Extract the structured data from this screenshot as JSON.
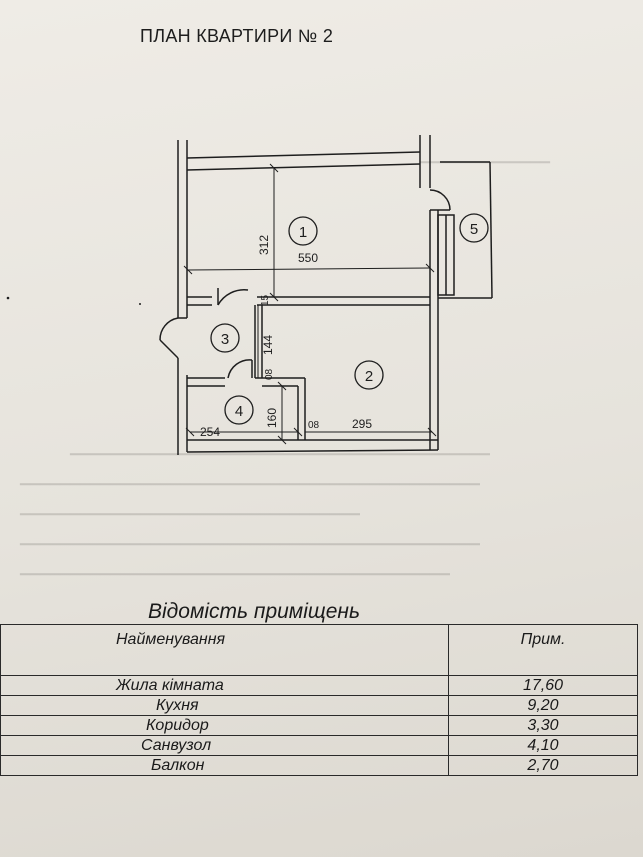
{
  "document": {
    "title": "ПЛАН КВАРТИРИ № 2"
  },
  "plan": {
    "rooms": [
      "1",
      "2",
      "3",
      "4",
      "5"
    ],
    "dimensions": {
      "room1_width": "550",
      "room1_height": "312",
      "room1_small": "15",
      "corridor_height": "144",
      "bath_door": "08",
      "bath_height": "160",
      "bath_width": "254",
      "wall_gap": "08",
      "kitchen_width": "295"
    }
  },
  "table": {
    "title": "Відомість приміщень",
    "header_name": "Найменування",
    "header_note": "Прим.",
    "rows": [
      {
        "name": "Жила кімната",
        "value": "17,60"
      },
      {
        "name": "Кухня",
        "value": "9,20"
      },
      {
        "name": "Коридор",
        "value": "3,30"
      },
      {
        "name": "Санвузол",
        "value": "4,10"
      },
      {
        "name": "Балкон",
        "value": "2,70"
      }
    ]
  },
  "colors": {
    "paper": "#e9e6df",
    "ink": "#1e1e1e"
  }
}
